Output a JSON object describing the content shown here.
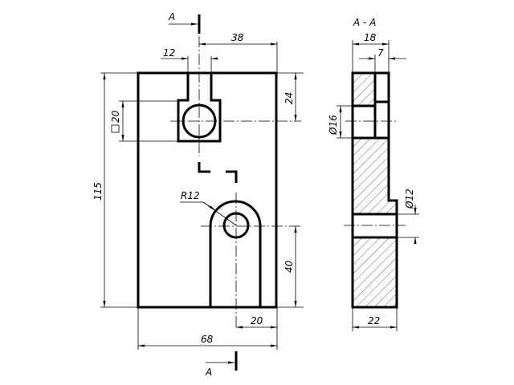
{
  "drawing": {
    "section_title": "A - A",
    "cut_label_top": "A",
    "cut_label_bottom": "A",
    "front_view": {
      "dim_slot_width": "12",
      "dim_offset_38": "38",
      "dim_depth_24": "24",
      "dim_square": "20",
      "dim_height": "115",
      "dim_radius": "R12",
      "dim_40": "40",
      "dim_20": "20",
      "dim_width": "68"
    },
    "section_view": {
      "dim_18": "18",
      "dim_7": "7",
      "dim_d16": "Ø16",
      "dim_d12": "Ø12",
      "dim_22": "22"
    }
  }
}
